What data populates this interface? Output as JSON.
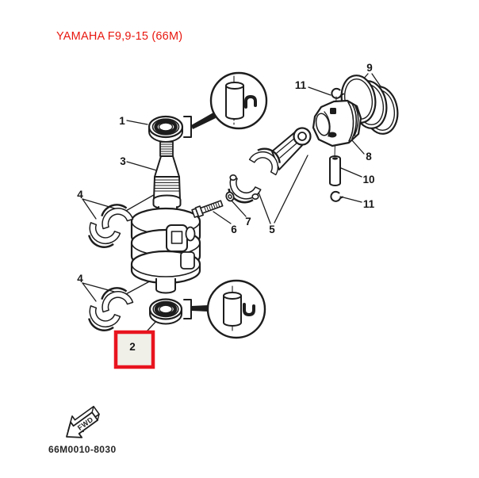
{
  "title": "YAMAHA F9,9-15 (66M)",
  "callouts": {
    "k1": "1",
    "k2": "2",
    "k3": "3",
    "k4a": "4",
    "k4b": "4",
    "k5": "5",
    "k6": "6",
    "k7": "7",
    "k8": "8",
    "k9": "9",
    "k10": "10",
    "k11a": "11",
    "k11b": "11"
  },
  "highlight": {
    "selected_callout": "2",
    "border_color": "#e8141e",
    "fill_color": "#f0efe8"
  },
  "footer": {
    "fwd_label": "FWD",
    "drawing_code": "66M0010-8030"
  },
  "colors": {
    "title_text": "#e8170f",
    "ink": "#1d1d1d",
    "background": "#ffffff"
  }
}
